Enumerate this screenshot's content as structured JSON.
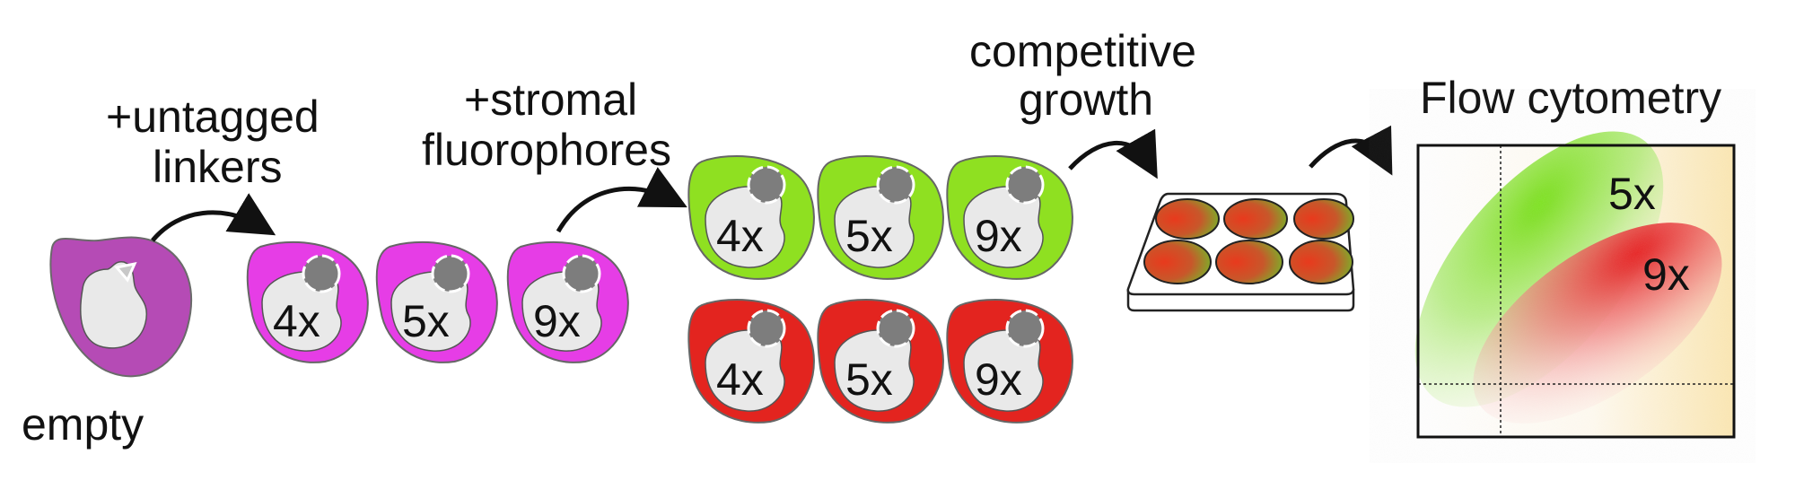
{
  "labels": {
    "empty": "empty",
    "linkers_1": "+untagged",
    "linkers_2": "linkers",
    "stromal_1": "+stromal",
    "stromal_2": "fluorophores",
    "growth_1": "competitive",
    "growth_2": "growth",
    "flow": "Flow cytometry"
  },
  "magenta_cells": [
    "4x",
    "5x",
    "9x"
  ],
  "green_cells": [
    "4x",
    "5x",
    "9x"
  ],
  "red_cells": [
    "4x",
    "5x",
    "9x"
  ],
  "plot_labels": {
    "green_population": "5x",
    "red_population": "9x"
  },
  "colors": {
    "empty_cell": "#b54bb5",
    "magenta_cell": "#e63de6",
    "green_cell": "#8fe021",
    "red_cell": "#e3241f",
    "vacuole": "#e9e9e9",
    "organelle": "#7d7d7d",
    "plot_background": "#fbe9b9"
  }
}
